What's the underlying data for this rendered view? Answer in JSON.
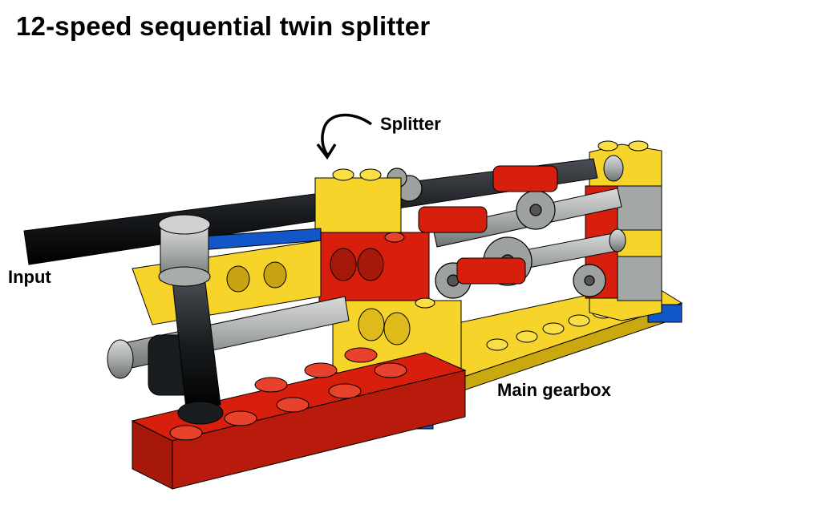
{
  "title": "12-speed sequential twin splitter",
  "labels": {
    "splitter": "Splitter",
    "input": "Input",
    "main_gearbox": "Main gearbox"
  },
  "colors": {
    "brick_red": "#d81e0c",
    "brick_yellow": "#f6d42a",
    "brick_blue": "#1257c8",
    "axle_black": "#1a1d20",
    "axle_gray": "#a8acab",
    "gear_gray": "#9ea29f"
  }
}
